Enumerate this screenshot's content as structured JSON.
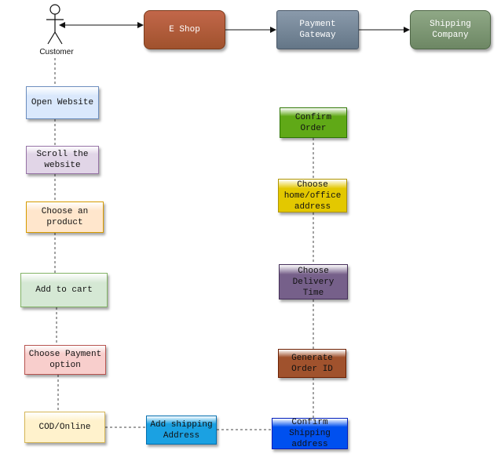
{
  "actor": {
    "label": "Customer"
  },
  "top_row": [
    {
      "id": "eshop",
      "label": "E Shop",
      "fill": "#a0522d",
      "fill_light": "#c2674a",
      "border": "#7a3a1a",
      "text": "#ffffff"
    },
    {
      "id": "gateway",
      "label": "Payment\nGateway",
      "fill": "#647687",
      "fill_light": "#8a9aab",
      "border": "#4a5868",
      "text": "#ffffff"
    },
    {
      "id": "shipping",
      "label": "Shipping\nCompany",
      "fill": "#6d8764",
      "fill_light": "#8fa886",
      "border": "#4f6646",
      "text": "#ffffff"
    }
  ],
  "customer_flow": [
    {
      "id": "open-website",
      "label": "Open Website",
      "fill": "#dae8fc",
      "border": "#6c8ebf"
    },
    {
      "id": "scroll-website",
      "label": "Scroll the\nwebsite",
      "fill": "#e1d5e7",
      "border": "#9673a6"
    },
    {
      "id": "choose-product",
      "label": "Choose an\nproduct",
      "fill": "#ffe6cc",
      "border": "#d79b00"
    },
    {
      "id": "add-to-cart",
      "label": "Add to cart",
      "fill": "#d5e8d4",
      "border": "#82b366"
    },
    {
      "id": "choose-payment",
      "label": "Choose Payment\noption",
      "fill": "#f8cecc",
      "border": "#b85450"
    },
    {
      "id": "cod-online",
      "label": "COD/Online",
      "fill": "#fff2cc",
      "border": "#d6b656"
    }
  ],
  "order_flow": [
    {
      "id": "confirm-order",
      "label": "Confirm\nOrder",
      "fill": "#60a917",
      "border": "#2d7600"
    },
    {
      "id": "choose-address",
      "label": "Choose\nhome/office\naddress",
      "fill": "#e3c800",
      "border": "#b09500"
    },
    {
      "id": "choose-delivery",
      "label": "Choose\nDelivery\nTime",
      "fill": "#76608a",
      "border": "#432d57"
    },
    {
      "id": "generate-order-id",
      "label": "Generate\nOrder ID",
      "fill": "#a0522d",
      "border": "#6d1f00"
    },
    {
      "id": "confirm-shipping",
      "label": "Confirm\nShipping\naddress",
      "fill": "#0050ef",
      "border": "#001dbc"
    }
  ],
  "middle_node": {
    "id": "add-shipping",
    "label": "Add shipping\nAddress",
    "fill": "#1ba1e2",
    "border": "#006eaf"
  },
  "colors": {
    "line": "#444444",
    "node_text": "#111111"
  }
}
